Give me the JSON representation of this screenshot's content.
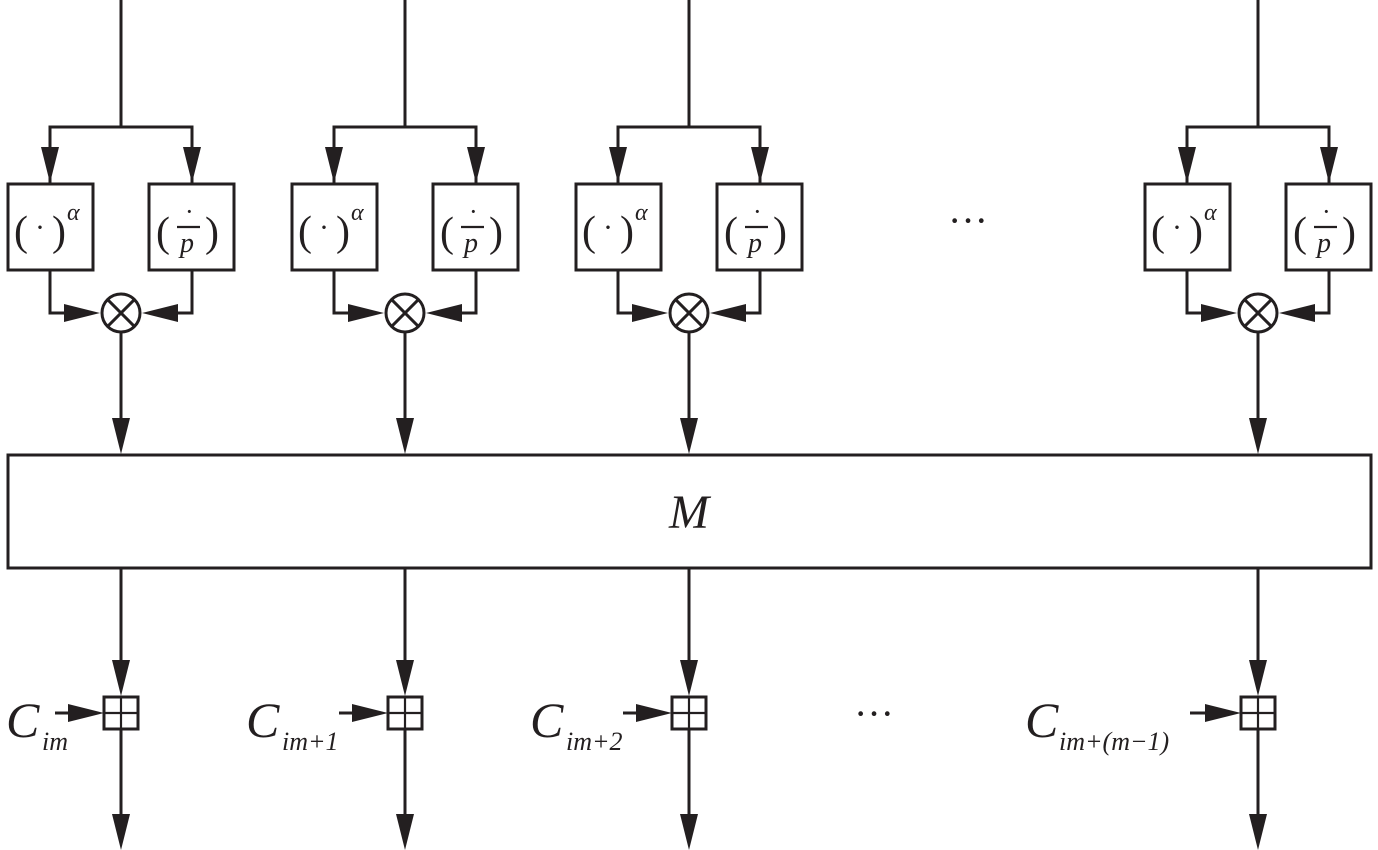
{
  "diagram": {
    "branches": [
      {
        "power_box": {
          "paren": "( )",
          "dot": "·",
          "exponent": "α"
        },
        "legendre_box": {
          "dot": "·",
          "p": "p"
        },
        "multiply_symbol": "⊗",
        "adder_symbol": "⊞",
        "input_label": {
          "base": "C",
          "sub": "im"
        }
      },
      {
        "power_box": {
          "paren": "( )",
          "dot": "·",
          "exponent": "α"
        },
        "legendre_box": {
          "dot": "·",
          "p": "p"
        },
        "multiply_symbol": "⊗",
        "adder_symbol": "⊞",
        "input_label": {
          "base": "C",
          "sub": "im+1"
        }
      },
      {
        "power_box": {
          "paren": "( )",
          "dot": "·",
          "exponent": "α"
        },
        "legendre_box": {
          "dot": "·",
          "p": "p"
        },
        "multiply_symbol": "⊗",
        "adder_symbol": "⊞",
        "input_label": {
          "base": "C",
          "sub": "im+2"
        }
      },
      {
        "power_box": {
          "paren": "( )",
          "dot": "·",
          "exponent": "α"
        },
        "legendre_box": {
          "dot": "·",
          "p": "p"
        },
        "multiply_symbol": "⊗",
        "adder_symbol": "⊞",
        "input_label": {
          "base": "C",
          "sub": "im+(m−1)"
        }
      }
    ],
    "matrix_label": "M",
    "ellipsis_top": "···",
    "ellipsis_bottom": "···"
  }
}
